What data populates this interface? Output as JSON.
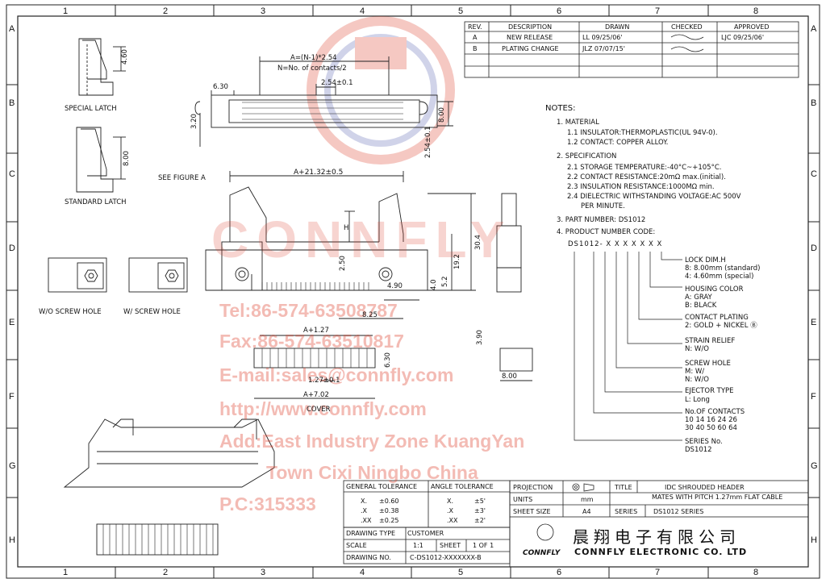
{
  "zones": {
    "columns": [
      "1",
      "2",
      "3",
      "4",
      "5",
      "6",
      "7",
      "8"
    ],
    "rows": [
      "A",
      "B",
      "C",
      "D",
      "E",
      "F",
      "G",
      "H"
    ]
  },
  "revisions": {
    "headers": [
      "REV.",
      "DESCRIPTION",
      "DRAWN",
      "CHECKED",
      "APPROVED"
    ],
    "rows": [
      {
        "rev": "A",
        "description": "NEW RELEASE",
        "drawn": "LL  09/25/06'",
        "approved": "LJC 09/25/06'"
      },
      {
        "rev": "B",
        "description": "PLATING CHANGE",
        "drawn": "JLZ  07/07/15'",
        "approved": ""
      }
    ]
  },
  "views": {
    "special_latch": "SPECIAL LATCH",
    "standard_latch": "STANDARD LATCH",
    "see_figure": "SEE FIGURE A",
    "wo_screw_hole": "W/O SCREW HOLE",
    "w_screw_hole": "W/ SCREW HOLE",
    "cover": "COVER"
  },
  "dimensions": {
    "a_formula": "A=(N-1)*2.54",
    "n_formula": "N=No. of contacts/2",
    "pitch_254": "2.54±0.1",
    "pitch_254b": "2.54±0.1",
    "d_630": "6.30",
    "d_320": "3.20",
    "d_800": "8.00",
    "d_460": "4.60",
    "d_800b": "8.00",
    "a_2132": "A+21.32±0.5",
    "h": "H",
    "d_304": "30.4",
    "d_192": "19.2",
    "d_250": "2.50",
    "d_52": "5.2",
    "d_40": "4.0",
    "d_490": "4.90",
    "d_825": "8.25",
    "a_127": "A+1.27",
    "d_630b": "6.30",
    "pitch_127": "1.27±0.1",
    "a_702": "A+7.02",
    "d_390": "3.90",
    "d_800c": "8.00"
  },
  "notes": {
    "heading": "NOTES:",
    "lines": [
      "1. MATERIAL",
      "1.1 INSULATOR:THERMOPLASTIC(UL 94V-0).",
      "1.2 CONTACT: COPPER ALLOY.",
      "2. SPECIFICATION",
      "2.1 STORAGE TEMPERATURE:-40°C~+105°C.",
      "2.2 CONTACT RESISTANCE:20mΩ max.(initial).",
      "2.3 INSULATION RESISTANCE:1000MΩ min.",
      "2.4 DIELECTRIC WITHSTANDING VOLTAGE:AC 500V",
      "PER MINUTE.",
      "3. PART NUMBER: DS1012",
      "4. PRODUCT NUMBER CODE:"
    ],
    "code": "DS1012- X X X X X X X"
  },
  "code_legend": [
    {
      "title": "LOCK DIM.H",
      "lines": [
        "8: 8.00mm  (standard)",
        "4: 4.60mm  (special)"
      ]
    },
    {
      "title": "HOUSING COLOR",
      "lines": [
        "A: GRAY",
        "B: BLACK"
      ]
    },
    {
      "title": "CONTACT PLATING",
      "lines": [
        "2: GOLD + NICKEL Ⓑ"
      ]
    },
    {
      "title": "STRAIN RELIEF",
      "lines": [
        "N: W/O"
      ]
    },
    {
      "title": "SCREW HOLE",
      "lines": [
        "M: W/",
        "N: W/O"
      ]
    },
    {
      "title": "EJECTOR TYPE",
      "lines": [
        "L: Long"
      ]
    },
    {
      "title": "No.OF CONTACTS",
      "lines": [
        "10  14  16  24  26",
        "30  40  50  60  64"
      ]
    },
    {
      "title": "SERIES No.",
      "lines": [
        "DS1012"
      ]
    }
  ],
  "watermark": {
    "brand": "CONNFLY",
    "lines": [
      "Tel:86-574-63508787",
      "Fax:86-574-63510817",
      "E-mail:sales@connfly.com",
      "http://www.connfly.com",
      "Add:East Industry Zone KuangYan",
      "Town Cixi Ningbo China",
      "P.C:315333"
    ]
  },
  "tolerance": {
    "general_title": "GENERAL TOLERANCE",
    "angle_title": "ANGLE TOLERANCE",
    "general": [
      [
        "X.",
        "±0.60"
      ],
      [
        ".X",
        "±0.38"
      ],
      [
        ".XX",
        "±0.25"
      ]
    ],
    "angle": [
      [
        "X.",
        "±5'"
      ],
      [
        ".X",
        "±3'"
      ],
      [
        ".XX",
        "±2'"
      ]
    ]
  },
  "title_block": {
    "projection_label": "PROJECTION",
    "title_label": "TITLE",
    "title_line1": "IDC SHROUDED HEADER",
    "title_line2": "MATES WITH PITCH 1.27mm FLAT CABLE",
    "units_label": "UNITS",
    "units_value": "mm",
    "sheet_size_label": "SHEET SIZE",
    "sheet_size_value": "A4",
    "series_label": "SERIES",
    "series_value": "DS1012 SERIES",
    "drawing_type_label": "DRAWING TYPE",
    "drawing_type_value": "CUSTOMER",
    "scale_label": "SCALE",
    "scale_value": "1:1",
    "sheet_label": "SHEET",
    "sheet_value": "1 OF 1",
    "drawing_no_label": "DRAWING NO.",
    "drawing_no_value": "C-DS1012-XXXXXXX-B",
    "company_cn": "晨翔电子有限公司",
    "company_logo_text": "CONNFLY",
    "company_en": "CONNFLY ELECTRONIC CO. LTD"
  },
  "colors": {
    "line": "#1a1a1a",
    "watermark": "#dc3c28",
    "watermark_blue": "#5a64b4"
  }
}
